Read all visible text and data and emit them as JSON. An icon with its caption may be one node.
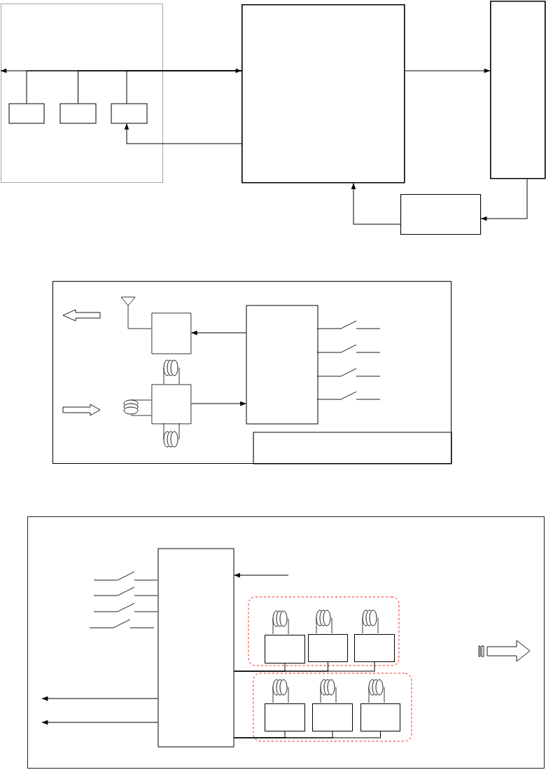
{
  "diagram": {
    "nodes": [
      {
        "text": [],
        "shape": "box"
      },
      {
        "text": [],
        "shape": "box",
        "in": 0
      },
      {
        "text": [],
        "shape": "box",
        "in": 0
      },
      {
        "text": [],
        "shape": "box",
        "in": 0
      },
      {
        "text": [],
        "shape": "box"
      },
      {
        "text": [],
        "shape": "box"
      },
      {
        "text": [],
        "shape": "box"
      },
      {
        "text": [],
        "shape": "box"
      },
      {
        "text": [],
        "shape": "box",
        "in": 7
      },
      {
        "text": [],
        "shape": "box",
        "in": 7
      },
      {
        "text": [],
        "shape": "box",
        "in": 7
      },
      {
        "text": [],
        "shape": "box",
        "in": 7
      },
      {
        "text": [],
        "shape": "box"
      },
      {
        "text": [],
        "shape": "box",
        "in": 12
      },
      {
        "text": [],
        "shape": "box",
        "in": 12
      },
      {
        "text": [],
        "shape": "box",
        "in": 14
      },
      {
        "text": [],
        "shape": "box",
        "in": 14
      },
      {
        "text": [],
        "shape": "box",
        "in": 14
      },
      {
        "text": [],
        "shape": "box",
        "in": 12
      },
      {
        "text": [],
        "shape": "box",
        "in": 18
      },
      {
        "text": [],
        "shape": "box",
        "in": 18
      },
      {
        "text": [],
        "shape": "box",
        "in": 18
      }
    ],
    "edges": [
      {
        "from": 0,
        "to": 4,
        "arrow": "both"
      },
      {
        "from": 1,
        "to": 4,
        "arrow": "none"
      },
      {
        "from": 2,
        "to": 4,
        "arrow": "none"
      },
      {
        "from": 3,
        "to": 4,
        "arrow": "none"
      },
      {
        "from": 4,
        "to": 5,
        "arrow": "to"
      },
      {
        "from": 4,
        "to": 3,
        "arrow": "to"
      },
      {
        "from": 5,
        "to": 6,
        "arrow": "to"
      },
      {
        "from": 6,
        "to": 4,
        "arrow": "to"
      },
      {
        "from": 11,
        "to": 9,
        "arrow": "to"
      },
      {
        "from": 10,
        "to": 11,
        "arrow": "to"
      },
      {
        "from": 15,
        "to": 13,
        "arrow": "none"
      },
      {
        "from": 16,
        "to": 13,
        "arrow": "none"
      },
      {
        "from": 17,
        "to": 13,
        "arrow": "none"
      },
      {
        "from": 19,
        "to": 13,
        "arrow": "none"
      },
      {
        "from": 20,
        "to": 13,
        "arrow": "none"
      },
      {
        "from": 21,
        "to": 13,
        "arrow": "none"
      },
      {
        "from": null,
        "to": 13,
        "arrow": "to"
      },
      {
        "from": 13,
        "to": null,
        "arrow": "to"
      },
      {
        "from": 13,
        "to": null,
        "arrow": "to"
      }
    ]
  }
}
